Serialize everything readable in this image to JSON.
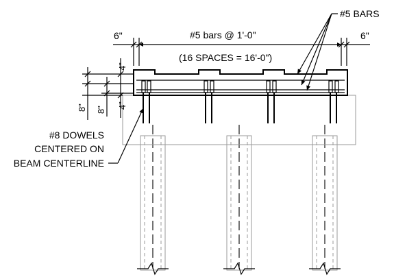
{
  "labels": {
    "bars_callout": "#5 BARS",
    "left_edge_dim": "6\"",
    "right_edge_dim": "6\"",
    "bar_spacing": "#5 bars @ 1'-0\"",
    "spacing_total": "(16 SPACES = 16'-0\")",
    "dim_4_top": "4\"",
    "dim_8_a": "8\"",
    "dim_8_b": "8\"",
    "dim_4_bottom": "4\"",
    "dowels_line1": "#8 DOWELS",
    "dowels_line2": "CENTERED ON",
    "dowels_line3": "BEAM CENTERLINE"
  }
}
